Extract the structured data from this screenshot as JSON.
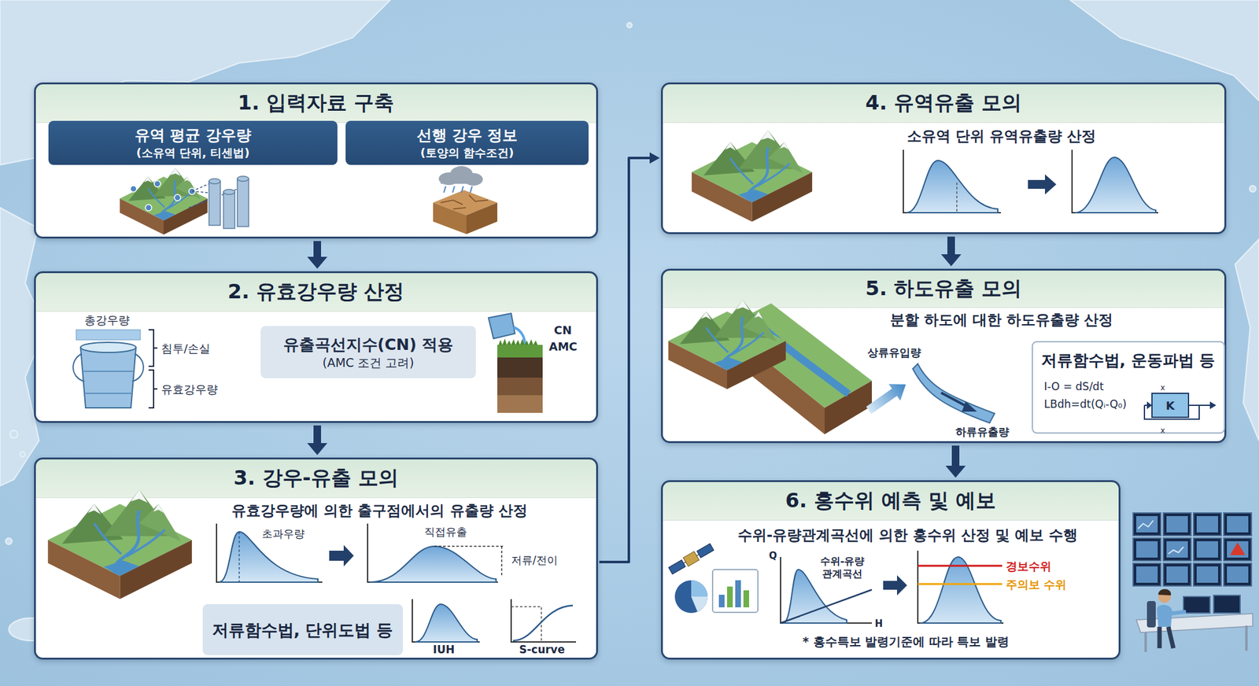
{
  "diagram": {
    "nodes": [
      {
        "text": [
          "1. 입력자료 구축"
        ]
      },
      {
        "text": [
          "유역 평균 강우량",
          "(소유역 단위, 티센법)"
        ],
        "in": 0
      },
      {
        "text": [
          "선행 강우 정보",
          "(토양의 함수조건)"
        ],
        "in": 0
      },
      {
        "text": [
          "2. 유효강우량 산정"
        ]
      },
      {
        "text": [
          "유출곡선지수(CN) 적용",
          "(AMC 조건 고려)"
        ],
        "in": 3
      },
      {
        "text": [
          "3. 강우-유출 모의",
          "유효강우량에 의한 출구점에서의 유출량 산정"
        ]
      },
      {
        "text": [
          "저류함수법, 단위도법 등"
        ],
        "in": 5
      },
      {
        "text": [
          "4. 유역유출 모의",
          "소유역 단위 유역유출량 산정"
        ]
      },
      {
        "text": [
          "5. 하도유출 모의",
          "분할 하도에 대한 하도유출량 산정"
        ]
      },
      {
        "text": [
          "저류함수법, 운동파법 등",
          "I-O = dS/dt",
          "LBdh=dt(Qᵢ-Q₀)"
        ],
        "in": 8
      },
      {
        "text": [
          "6. 홍수위 예측 및 예보",
          "수위-유량관계곡선에 의한 홍수위 산정 및 예보 수행"
        ]
      }
    ],
    "edges": [
      {
        "from": 0,
        "to": 3,
        "arrow": "to"
      },
      {
        "from": 3,
        "to": 5,
        "arrow": "to"
      },
      {
        "from": 5,
        "to": 7,
        "arrow": "to"
      },
      {
        "from": 7,
        "to": 8,
        "arrow": "to"
      },
      {
        "from": 8,
        "to": 10,
        "arrow": "to"
      }
    ],
    "labels": [
      "총강우량",
      "침투/손실",
      "유효강우량",
      "CN",
      "AMC",
      "초과우량",
      "직접유출",
      "저류/전이",
      "IUH",
      "S-curve",
      "상류유입량",
      "하류유출량",
      "K",
      "x",
      "x",
      "Q",
      "수위-유량 관계곡선",
      "H",
      "경보수위",
      "주의보 수위",
      "* 홍수특보 발령기준에 따라 특보 발령"
    ]
  }
}
